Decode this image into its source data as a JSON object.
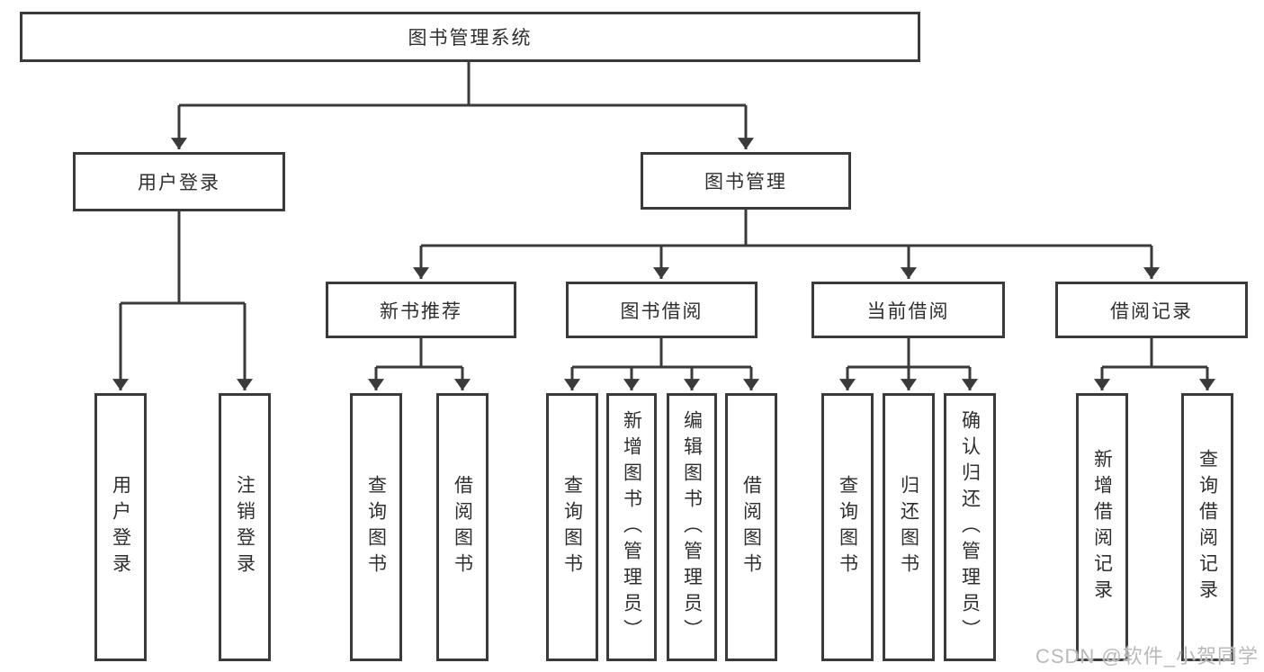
{
  "root": {
    "label": "图书管理系统"
  },
  "branches": {
    "user_login": {
      "label": "用户登录",
      "children": [
        "用户登录",
        "注销登录"
      ]
    },
    "book_management": {
      "label": "图书管理",
      "sections": [
        {
          "label": "新书推荐",
          "children": [
            "查询图书",
            "借阅图书"
          ]
        },
        {
          "label": "图书借阅",
          "children": [
            "查询图书",
            "新增图书（管理员）",
            "编辑图书（管理员）",
            "借阅图书"
          ]
        },
        {
          "label": "当前借阅",
          "children": [
            "查询图书",
            "归还图书",
            "确认归还（管理员）"
          ]
        },
        {
          "label": "借阅记录",
          "children": [
            "新增借阅记录",
            "查询借阅记录"
          ]
        }
      ]
    }
  },
  "watermark": {
    "text": "CSDN @软件_小贺同学"
  },
  "colors": {
    "background": "#ffffff",
    "box_fill": "#ffffff",
    "box_border": "#3a3a3a",
    "line": "#3a3a3a",
    "text": "#2f2f2f",
    "watermark": "#b9b9b9"
  }
}
